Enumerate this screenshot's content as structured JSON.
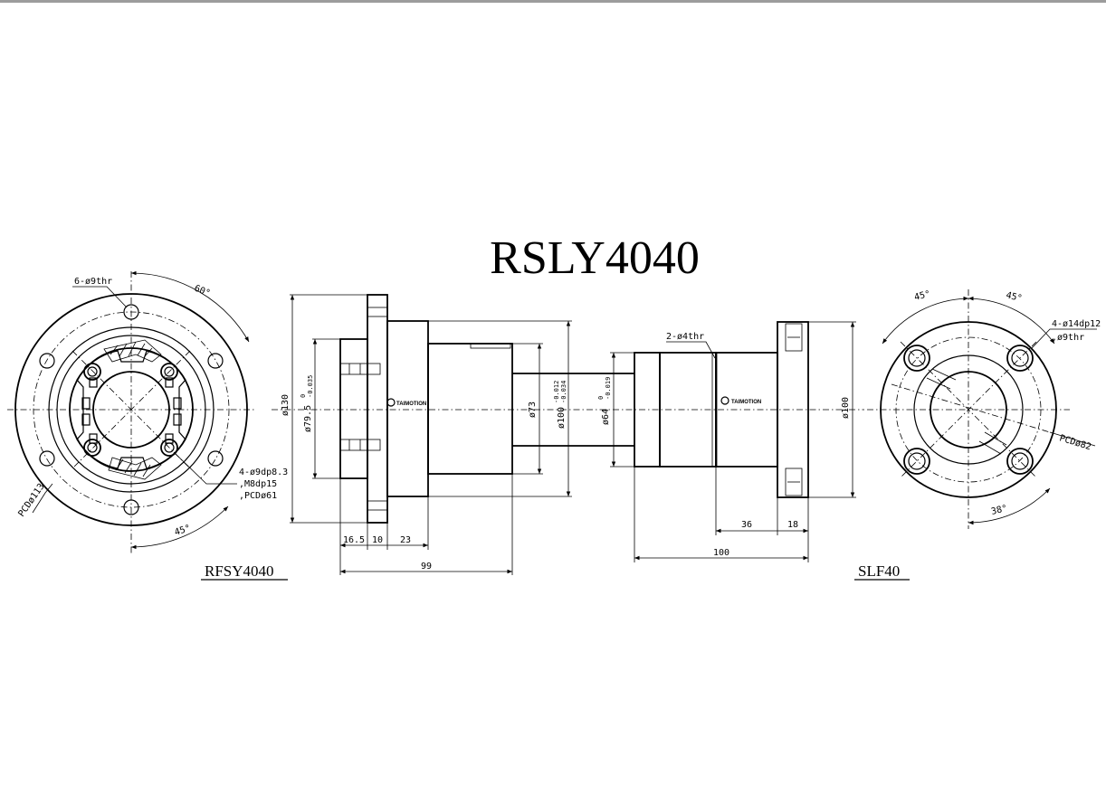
{
  "title": "RSLY4040",
  "left_view": {
    "caption": "RFSY4040",
    "note_holes": "6-ø9thr",
    "note_angle_top": "60°",
    "note_angle_bottom": "45°",
    "note_pcd": "PCDø113",
    "note_tap_1": "4-ø9dp8.3",
    "note_tap_2": ",M8dp15",
    "note_tap_3": ",PCDø61"
  },
  "center_view": {
    "dia_130": "ø130",
    "dia_79": "ø79.5",
    "dia_79_tol_top": "0",
    "dia_79_tol_bot": "-0.035",
    "dia_73": "ø73",
    "dia_100": "ø100",
    "dia_100_tol_top": "-0.012",
    "dia_100_tol_bot": "-0.034",
    "dia_64": "ø64",
    "dia_64_tol_top": "0",
    "dia_64_tol_bot": "-0.019",
    "dia_100_right": "ø100",
    "note_holes": "2-ø4thr",
    "brand_left": "TAIMOTION",
    "brand_right": "TAIMOTION",
    "dim_16_5": "16.5",
    "dim_10": "10",
    "dim_23": "23",
    "dim_99": "99",
    "dim_36": "36",
    "dim_18": "18",
    "dim_100": "100"
  },
  "right_view": {
    "caption": "SLF40",
    "note_angle_left": "45°",
    "note_angle_right": "45°",
    "note_holes_1": "4-ø14dp12",
    "note_holes_2": ",ø9thr",
    "note_pcd": "PCDø82",
    "note_angle_bottom": "38°"
  }
}
